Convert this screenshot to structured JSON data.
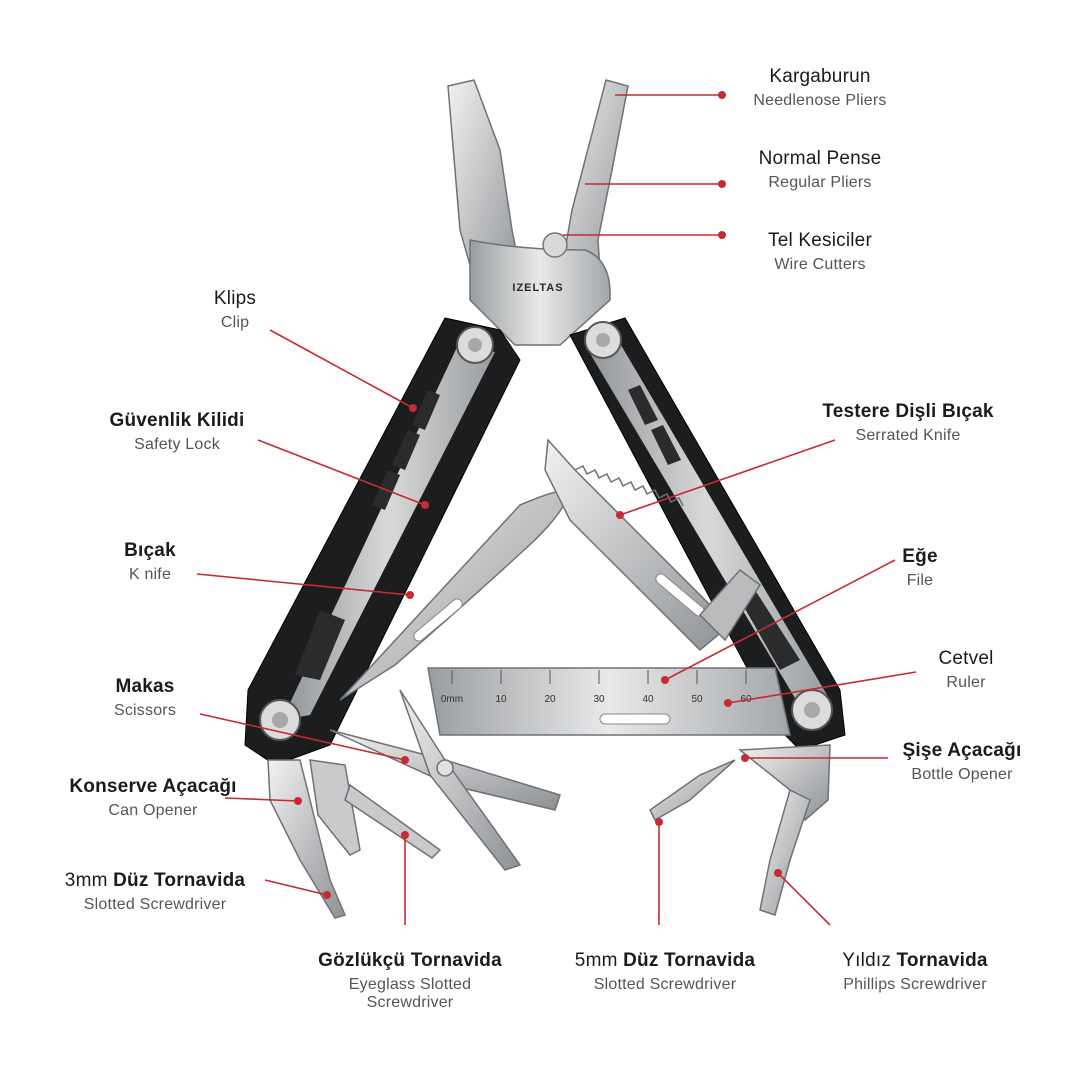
{
  "brand": "IZELTAS",
  "ruler": {
    "ticks": [
      "0mm",
      "10",
      "20",
      "30",
      "40",
      "50",
      "60"
    ]
  },
  "callout_color": "#c62b34",
  "callouts": [
    {
      "tr": "Kargaburun",
      "en": "Needlenose Pliers"
    },
    {
      "tr": "Normal Pense",
      "en": "Regular Pliers"
    },
    {
      "tr": "Tel Kesiciler",
      "en": "Wire Cutters"
    },
    {
      "tr": "Klips",
      "en": "Clip"
    },
    {
      "tr": "Güvenlik Kilidi",
      "en": "Safety Lock"
    },
    {
      "tr": "Testere Dişli Bıçak",
      "en": "Serrated Knife"
    },
    {
      "tr": "Bıçak",
      "en": "K nife"
    },
    {
      "tr": "Eğe",
      "en": "File"
    },
    {
      "tr": "Cetvel",
      "en": "Ruler"
    },
    {
      "tr": "Makas",
      "en": "Scissors"
    },
    {
      "tr": "Şişe Açacağı",
      "en": "Bottle Opener"
    },
    {
      "tr": "Konserve Açacağı",
      "en": "Can Opener"
    },
    {
      "tr_prefix": "3mm ",
      "tr": "Düz Tornavida",
      "en": "Slotted Screwdriver"
    },
    {
      "tr": "Gözlükçü Tornavida",
      "en": "Eyeglass Slotted Screwdriver"
    },
    {
      "tr_prefix": "5mm ",
      "tr": "Düz Tornavida",
      "en": "Slotted Screwdriver"
    },
    {
      "tr_prefix": "Yıldız ",
      "tr": "Tornavida",
      "en": "Phillips Screwdriver"
    }
  ]
}
